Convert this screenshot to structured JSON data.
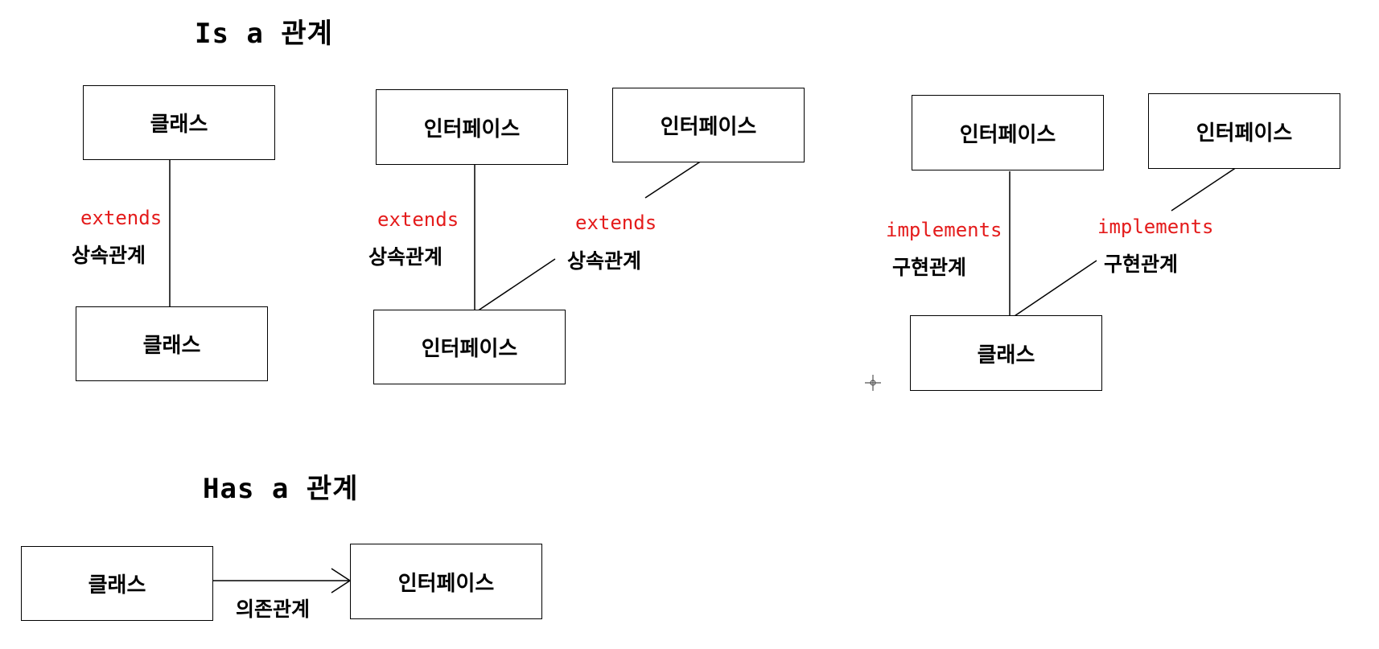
{
  "titles": {
    "is_a": "Is a 관계",
    "has_a": "Has a 관계"
  },
  "labels": {
    "class": "클래스",
    "interface": "인터페이스",
    "extends": "extends",
    "implements": "implements",
    "inheritance": "상속관계",
    "implementation": "구현관계",
    "dependency": "의존관계"
  },
  "colors": {
    "keyword": "#e41b1b",
    "line": "#000000",
    "text": "#000000",
    "background": "#ffffff"
  }
}
